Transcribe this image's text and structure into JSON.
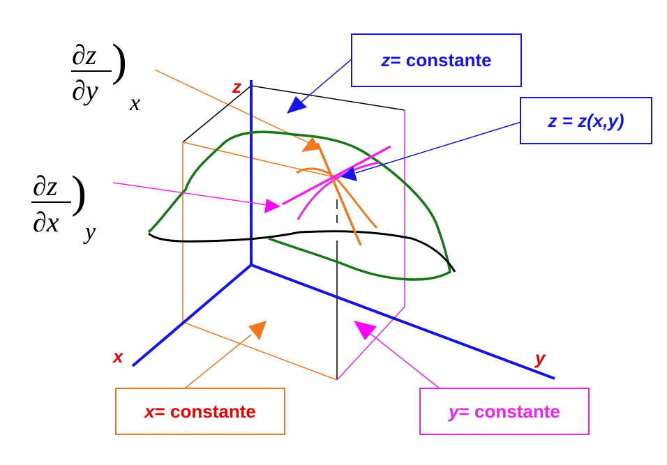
{
  "colors": {
    "axis": "#1414e6",
    "axis_label": "#e60000",
    "x_plane": "#f07820",
    "y_plane": "#f020f0",
    "z_plane_arrow": "#1414e6",
    "surface": "#147814",
    "trace": "#000000",
    "tangent_x": "#ff00ff",
    "tangent_y": "#f07820",
    "pointer_dzdy": "#f07820",
    "pointer_dzdx": "#ff00ff",
    "box_z": "#1414e6",
    "box_x": "#f07820",
    "box_y": "#f020f0",
    "text_black": "#000000"
  },
  "axes": {
    "x_label": "x",
    "y_label": "y",
    "z_label": "z"
  },
  "boxes": {
    "z_constant": {
      "var": "z",
      "rest": " = constante"
    },
    "z_function": {
      "text": "z = z(x,y)"
    },
    "x_constant": {
      "var": "x",
      "rest": " = constante"
    },
    "y_constant": {
      "var": "y",
      "rest": " = constante"
    }
  },
  "derivatives": {
    "dzdy": {
      "numerator": "∂z",
      "denominator": "∂y",
      "bracket": ")",
      "subscript": "x"
    },
    "dzdx": {
      "numerator": "∂z",
      "denominator": "∂x",
      "bracket": ")",
      "subscript": "y"
    }
  }
}
